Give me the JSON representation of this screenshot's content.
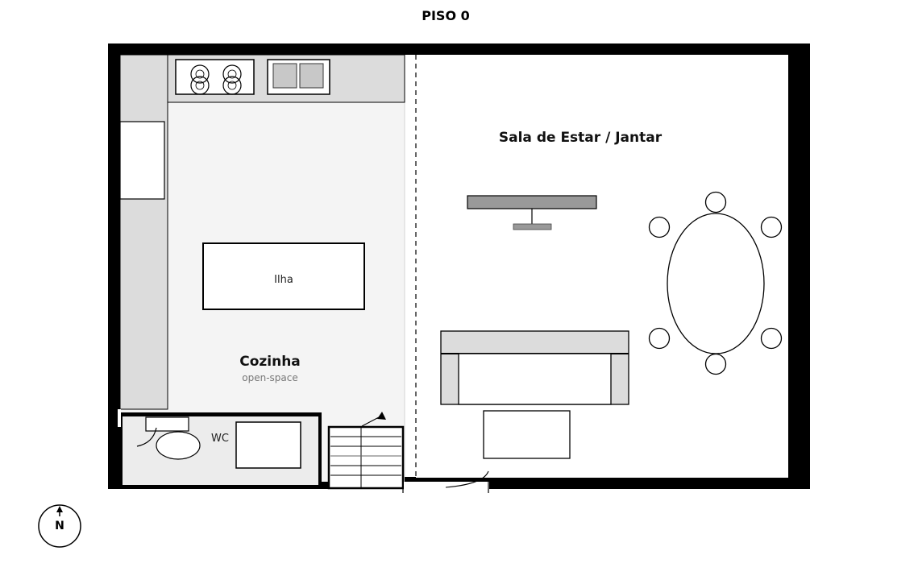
{
  "plan": {
    "title": "PISO 0",
    "rooms": {
      "kitchen": {
        "name": "Cozinha",
        "subtitle": "open-space"
      },
      "living": {
        "name": "Sala de Estar / Jantar"
      },
      "wc": {
        "name": "WC"
      }
    },
    "furniture": {
      "island": {
        "label": "Ilha"
      }
    },
    "compass": {
      "label": "N"
    }
  },
  "colors": {
    "wall": "#000000",
    "kitchen_floor": "#f4f4f4",
    "counter": "#dcdcdc",
    "wc_floor": "#ececec",
    "tv": "#999999",
    "sink": "#c8c8c8"
  }
}
